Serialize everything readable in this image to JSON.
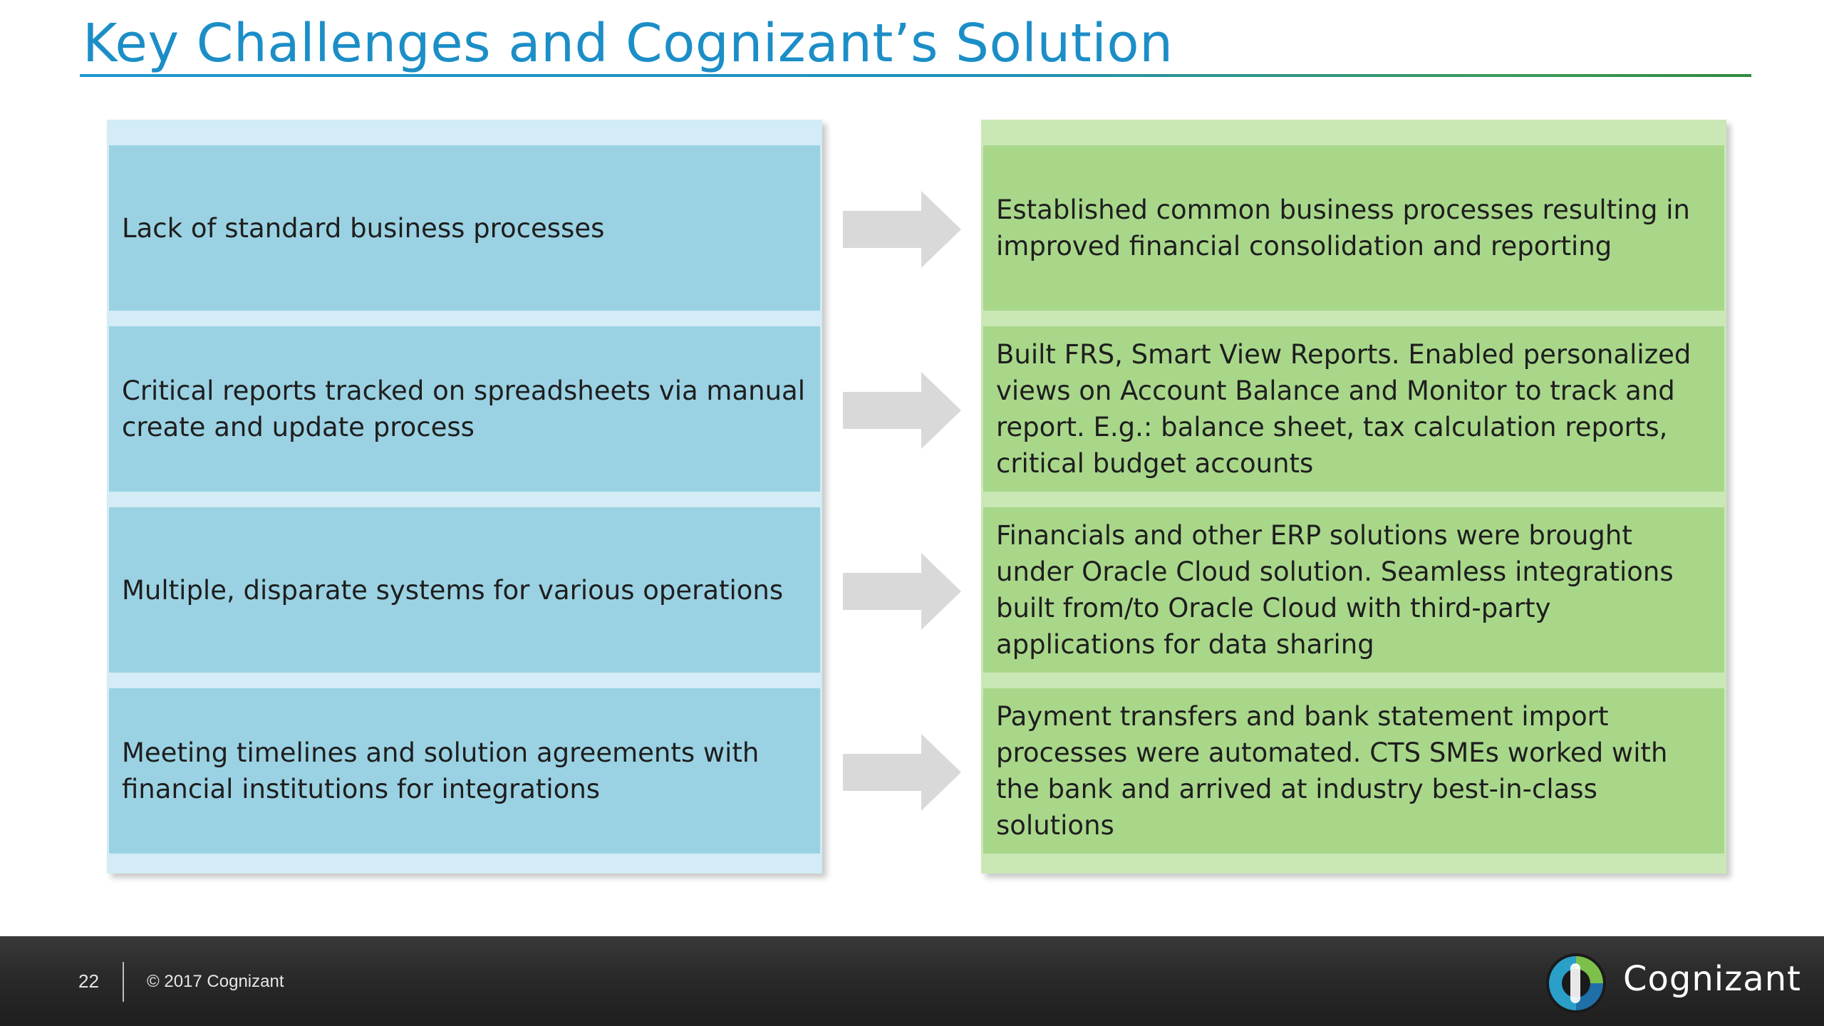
{
  "slide": {
    "title": "Key Challenges and Cognizant’s Solution"
  },
  "challenges": [
    "Lack of standard business processes",
    "Critical reports tracked on spreadsheets via manual create and update process",
    "Multiple, disparate systems for various operations",
    "Meeting timelines and solution agreements with financial institutions for integrations"
  ],
  "solutions": [
    "Established common business processes resulting in improved financial consolidation and reporting",
    "Built FRS, Smart View Reports. Enabled personalized views on Account Balance and Monitor to track and report. E.g.: balance sheet, tax calculation reports, critical budget accounts",
    "Financials and other ERP solutions were brought under Oracle Cloud solution. Seamless integrations built from/to Oracle Cloud with third-party applications for data sharing",
    "Payment transfers and bank statement import processes were automated. CTS SMEs worked with the bank and arrived at industry best-in-class solutions"
  ],
  "footer": {
    "page_number": "22",
    "copyright": "© 2017 Cognizant",
    "brand": "Cognizant"
  },
  "colors": {
    "title": "#1c8ec7",
    "challenge_fill": "#9ad2e3",
    "solution_fill": "#a9d78a",
    "arrow": "#d9d9d9",
    "footer_bg": "#2b2b2b"
  },
  "icons": {
    "arrow": "right-arrow-icon",
    "logo": "cognizant-logo-icon"
  }
}
